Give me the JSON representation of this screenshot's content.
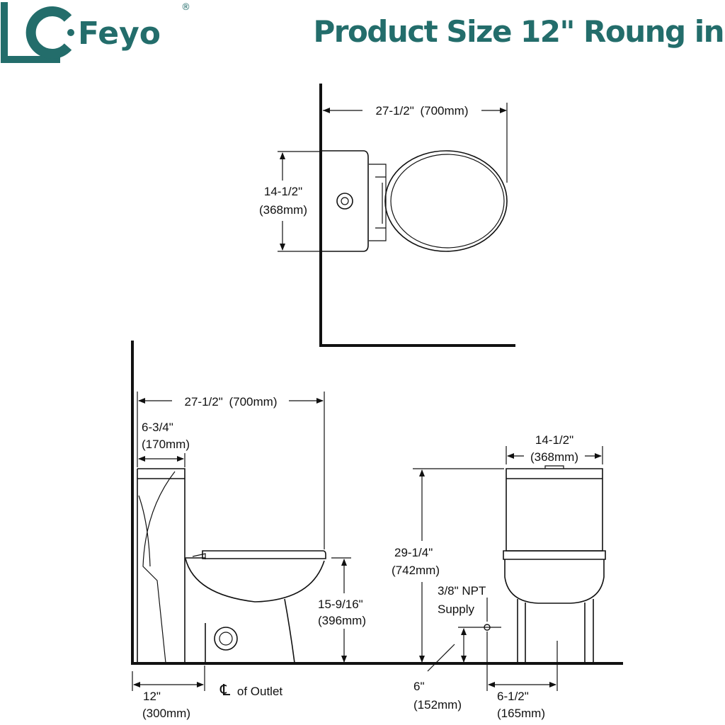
{
  "brand": {
    "name": "Feyo",
    "registered_mark": "®",
    "color": "#236d6b"
  },
  "title": {
    "text": "Product Size 12\" Roung in",
    "color": "#236d6b"
  },
  "top_view": {
    "length": {
      "imperial": "27-1/2\"",
      "metric": "(700mm)"
    },
    "width": {
      "imperial": "14-1/2\"",
      "metric": "(368mm)"
    }
  },
  "side_view": {
    "length": {
      "imperial": "27-1/2\"",
      "metric": "(700mm)"
    },
    "tank_depth": {
      "imperial": "6-3/4\"",
      "metric": "(170mm)"
    },
    "seat_height": {
      "imperial": "15-9/16\"",
      "metric": "(396mm)"
    },
    "rough_in": {
      "imperial": "12\"",
      "metric": "(300mm)"
    },
    "outlet_label": {
      "symbol": "℄",
      "text": "of Outlet"
    }
  },
  "front_view": {
    "width": {
      "imperial": "14-1/2\"",
      "metric": "(368mm)"
    },
    "height": {
      "imperial": "29-1/4\"",
      "metric": "(742mm)"
    },
    "supply": {
      "line1": "3/8\" NPT",
      "line2": "Supply"
    },
    "supply_height": {
      "imperial": "6\"",
      "metric": "(152mm)"
    },
    "supply_offset": {
      "imperial": "6-1/2\"",
      "metric": "(165mm)"
    }
  }
}
